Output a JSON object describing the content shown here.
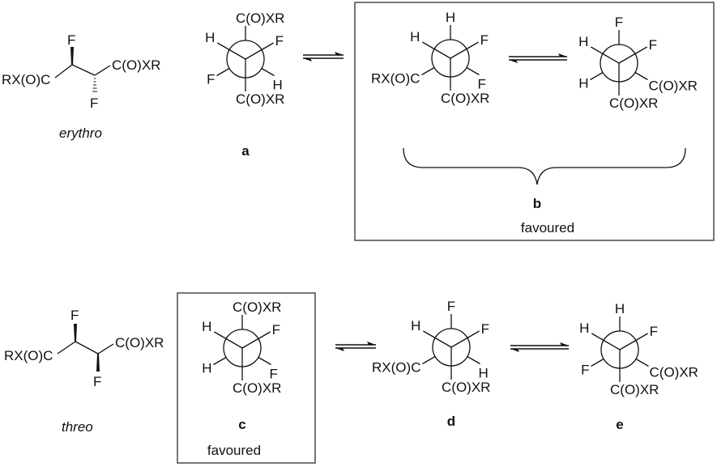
{
  "scheme": {
    "erythro": {
      "name": "erythro",
      "left_group": "RX(O)C",
      "right_group": "C(O)XR",
      "top_sub": "F",
      "bottom_sub": "F",
      "top_bond": "wedge",
      "bottom_bond": "hash"
    },
    "threo": {
      "name": "threo",
      "left_group": "RX(O)C",
      "right_group": "C(O)XR",
      "top_sub": "F",
      "bottom_sub": "F",
      "top_bond": "wedge",
      "bottom_bond": "wedge"
    },
    "conformers": [
      {
        "id": "a",
        "label": "a",
        "front": {
          "upleft": "H",
          "upright": "F",
          "down": "C(O)XR"
        },
        "back": {
          "up": "C(O)XR",
          "lowleft": "F",
          "lowright": "H"
        }
      },
      {
        "id": "b1",
        "label": "",
        "front": {
          "upleft": "H",
          "upright": "F",
          "down": "C(O)XR"
        },
        "back": {
          "up": "H",
          "lowleft": "RX(O)C",
          "lowright": "F"
        }
      },
      {
        "id": "b2",
        "label": "",
        "front": {
          "upleft": "H",
          "upright": "F",
          "down": "C(O)XR"
        },
        "back": {
          "up": "F",
          "lowleft": "H",
          "lowright": "C(O)XR"
        }
      },
      {
        "id": "c",
        "label": "c",
        "front": {
          "upleft": "H",
          "upright": "F",
          "down": "C(O)XR"
        },
        "back": {
          "up": "C(O)XR",
          "lowleft": "H",
          "lowright": "F"
        }
      },
      {
        "id": "d",
        "label": "d",
        "front": {
          "upleft": "H",
          "upright": "F",
          "down": "C(O)XR"
        },
        "back": {
          "up": "F",
          "lowleft": "RX(O)C",
          "lowright": "H"
        }
      },
      {
        "id": "e",
        "label": "e",
        "front": {
          "upleft": "H",
          "upright": "F",
          "down": "C(O)XR"
        },
        "back": {
          "up": "H",
          "lowleft": "F",
          "lowright": "C(O)XR"
        }
      }
    ],
    "group_b": {
      "label": "b",
      "note": "favoured"
    },
    "group_c": {
      "note": "favoured"
    },
    "equilibria": [
      {
        "from": "a",
        "to": "b1"
      },
      {
        "from": "b1",
        "to": "b2"
      },
      {
        "from": "c",
        "to": "d"
      },
      {
        "from": "d",
        "to": "e"
      }
    ]
  }
}
